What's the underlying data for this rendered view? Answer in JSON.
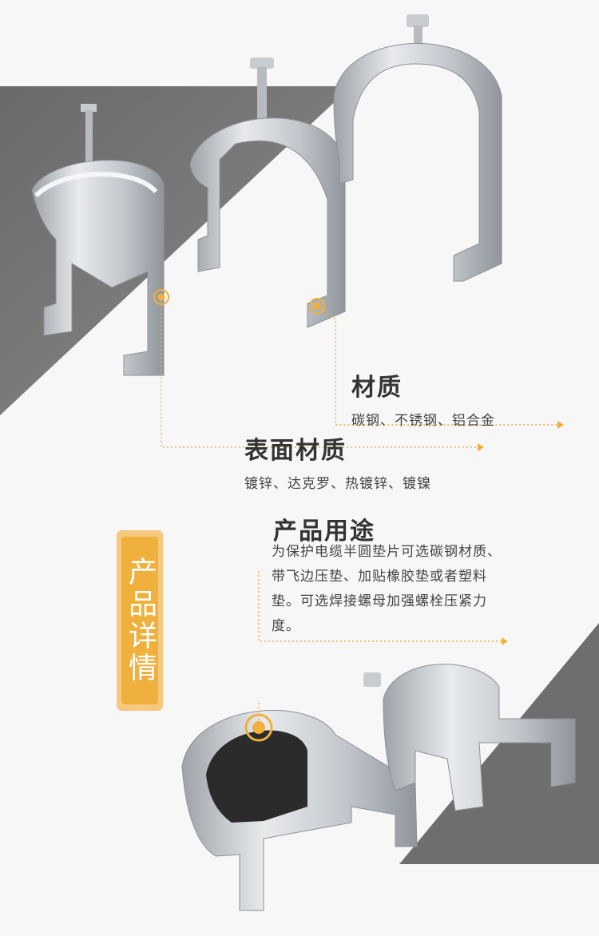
{
  "colors": {
    "accent": "#f0b03e",
    "accent_light": "#f7c980",
    "dark_band": "#777777",
    "metal": "#c9ccd0"
  },
  "features": {
    "material": {
      "title": "材质",
      "desc": "碳钢、不锈钢、铝合金"
    },
    "surface": {
      "title": "表面材质",
      "desc": "镀锌、达克罗、热镀锌、镀镍"
    },
    "usage": {
      "title": "产品用途",
      "desc": "为保护电缆半圆垫片可选碳钢材质、带飞边压垫、加贴橡胶垫或者塑料垫。可选焊接螺母加强螺栓压紧力度。"
    }
  },
  "side_tag": {
    "label": "产品详情"
  },
  "icons": [
    "bolt-clamp-image",
    "hotspot-marker-icon",
    "arrow-right-icon"
  ]
}
